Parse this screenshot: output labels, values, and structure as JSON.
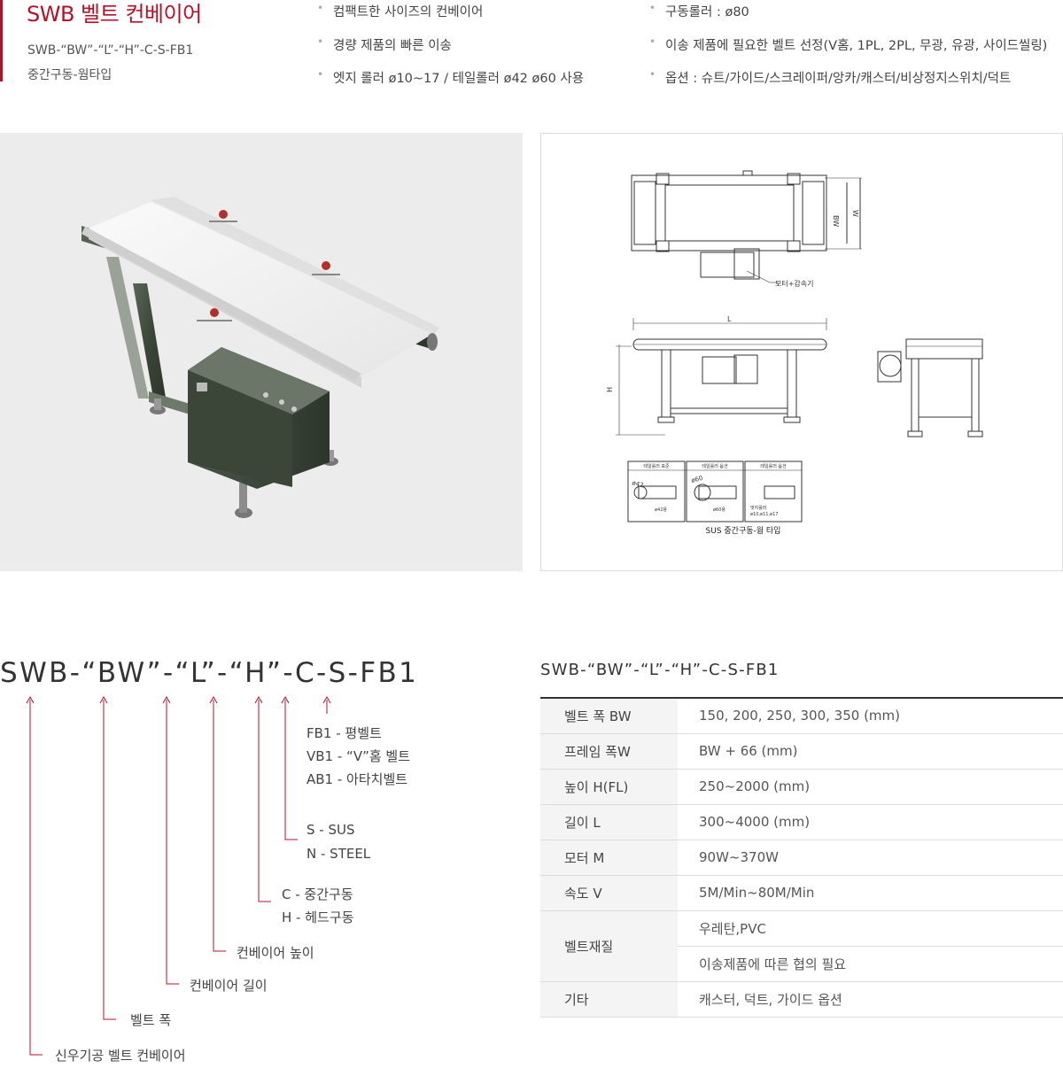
{
  "header": {
    "title": "SWB 벨트 컨베이어",
    "model_code": "SWB-“BW”-“L”-“H”-C-S-FB1",
    "model_sub": "중간구동-웜타입",
    "features_left": [
      "컴팩트한 사이즈의 컨베이어",
      "경량 제품의 빠른 이송",
      "엣지 롤러 ø10~17 / 테일롤러 ø42 ø60 사용"
    ],
    "features_right": [
      "구동롤러 : ø80",
      "이송 제품에 필요한 벨트 선정(V홈, 1PL, 2PL, 무광, 유광, 사이드씰링)",
      "옵션 : 슈트/가이드/스크레이퍼/앙카/캐스터/비상정지스위치/덕트"
    ]
  },
  "drawing": {
    "bw_label": "BW",
    "w_label": "W",
    "motor_label": "모터+감속기",
    "l_label": "L",
    "h_label": "H",
    "tail_boxes": [
      {
        "title": "테일롤러 표준",
        "dia": "ø42",
        "note": "ø42용"
      },
      {
        "title": "테일롤러 옵션",
        "dia": "ø60",
        "note": "ø60용"
      },
      {
        "title": "테일롤러 옵션",
        "dia": "",
        "note": "엣지롤러",
        "note2": "ø10,ø11,ø17"
      }
    ],
    "caption": "SUS 중간구동-웜 타입"
  },
  "breakdown": {
    "code": "SWB-“BW”-“L”-“H”-C-S-FB1",
    "fb": [
      "FB1 - 평벨트",
      "VB1 - “V”홈 벨트",
      "AB1 - 아타치벨트"
    ],
    "material": [
      "S - SUS",
      "N - STEEL"
    ],
    "drive": [
      "C - 중간구동",
      "H - 헤드구동"
    ],
    "height": "컨베이어 높이",
    "length": "컨베이어 길이",
    "width": "벨트 폭",
    "company": "신우기공 벨트 컨베이어"
  },
  "spec": {
    "title": "SWB-“BW”-“L”-“H”-C-S-FB1",
    "rows": [
      {
        "label": "벨트 폭 BW",
        "value": "150, 200, 250, 300, 350 (mm)"
      },
      {
        "label": "프레임 폭W",
        "value": "BW + 66 (mm)"
      },
      {
        "label": "높이 H(FL)",
        "value": "250~2000 (mm)"
      },
      {
        "label": "길이 L",
        "value": "300~4000 (mm)"
      },
      {
        "label": "모터 M",
        "value": "90W~370W"
      },
      {
        "label": "속도 V",
        "value": "5M/Min~80M/Min"
      },
      {
        "label": "벨트재질",
        "value": "우레탄,PVC",
        "value2": "이송제품에 따른 협의 필요"
      },
      {
        "label": "기타",
        "value": "캐스터, 덕트, 가이드 옵션"
      }
    ]
  },
  "colors": {
    "accent": "#b5122a",
    "frame": "#3f4a3c",
    "belt": "#f4f4f4"
  }
}
